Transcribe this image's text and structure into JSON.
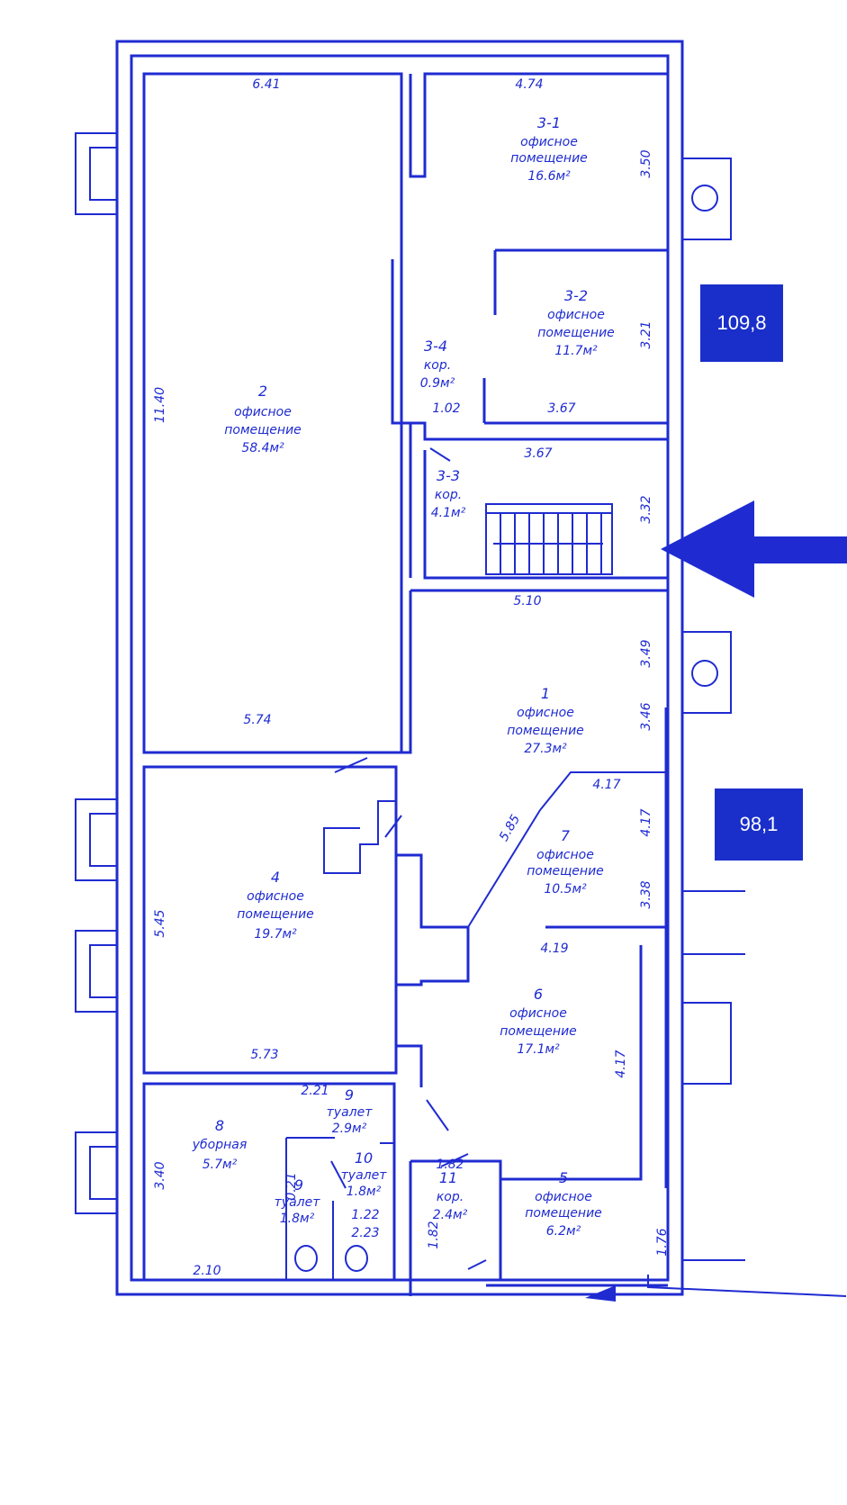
{
  "badges": [
    {
      "id": "area-upper",
      "label": "109,8"
    },
    {
      "id": "area-lower",
      "label": "98,1"
    }
  ],
  "rooms": {
    "r3_1": {
      "num": "3-1",
      "type_1": "офисное",
      "type_2": "помещение",
      "area": "16.6м²"
    },
    "r3_2": {
      "num": "3-2",
      "type_1": "офисное",
      "type_2": "помещение",
      "area": "11.7м²"
    },
    "r3_4": {
      "num": "3-4",
      "type_1": "кор.",
      "area": "0.9м²"
    },
    "r3_3": {
      "num": "3-3",
      "type_1": "кор.",
      "area": "4.1м²"
    },
    "r2": {
      "num": "2",
      "type_1": "офисное",
      "type_2": "помещение",
      "area": "58.4м²"
    },
    "r1": {
      "num": "1",
      "type_1": "офисное",
      "type_2": "помещение",
      "area": "27.3м²"
    },
    "r7": {
      "num": "7",
      "type_1": "офисное",
      "type_2": "помещение",
      "area": "10.5м²"
    },
    "r4": {
      "num": "4",
      "type_1": "офисное",
      "type_2": "помещение",
      "area": "19.7м²"
    },
    "r6": {
      "num": "6",
      "type_1": "офисное",
      "type_2": "помещение",
      "area": "17.1м²"
    },
    "r8": {
      "num": "8",
      "type_1": "уборная",
      "area": "5.7м²"
    },
    "r9a": {
      "num": "9",
      "type_1": "туалет",
      "area": "2.9м²"
    },
    "r9b": {
      "num": "9",
      "type_1": "туалет",
      "area": "1.8м²"
    },
    "r10": {
      "num": "10",
      "type_1": "туалет",
      "area": "1.8м²"
    },
    "r11": {
      "num": "11",
      "type_1": "кор.",
      "area": "2.4м²"
    },
    "r5": {
      "num": "5",
      "type_1": "офисное",
      "type_2": "помещение",
      "area": "6.2м²"
    }
  },
  "dims": {
    "d641": "6.41",
    "d474": "4.74",
    "d350": "3.50",
    "d1140": "11.40",
    "d321": "3.21",
    "d102": "1.02",
    "d367a": "3.67",
    "d367b": "3.67",
    "d332": "3.32",
    "d574": "5.74",
    "d510": "5.10",
    "d349": "3.49",
    "d346": "3.46",
    "d417a": "4.17",
    "d417b": "4.17",
    "d585": "5.85",
    "d338": "3.38",
    "d545": "5.45",
    "d419": "4.19",
    "d417c": "4.17",
    "d573": "5.73",
    "d221": "2.21",
    "d340": "3.40",
    "d182a": "1.82",
    "d021": "0.21",
    "d122": "1.22",
    "d223": "2.23",
    "d182b": "1.82",
    "d176": "1.76",
    "d210": "2.10"
  }
}
